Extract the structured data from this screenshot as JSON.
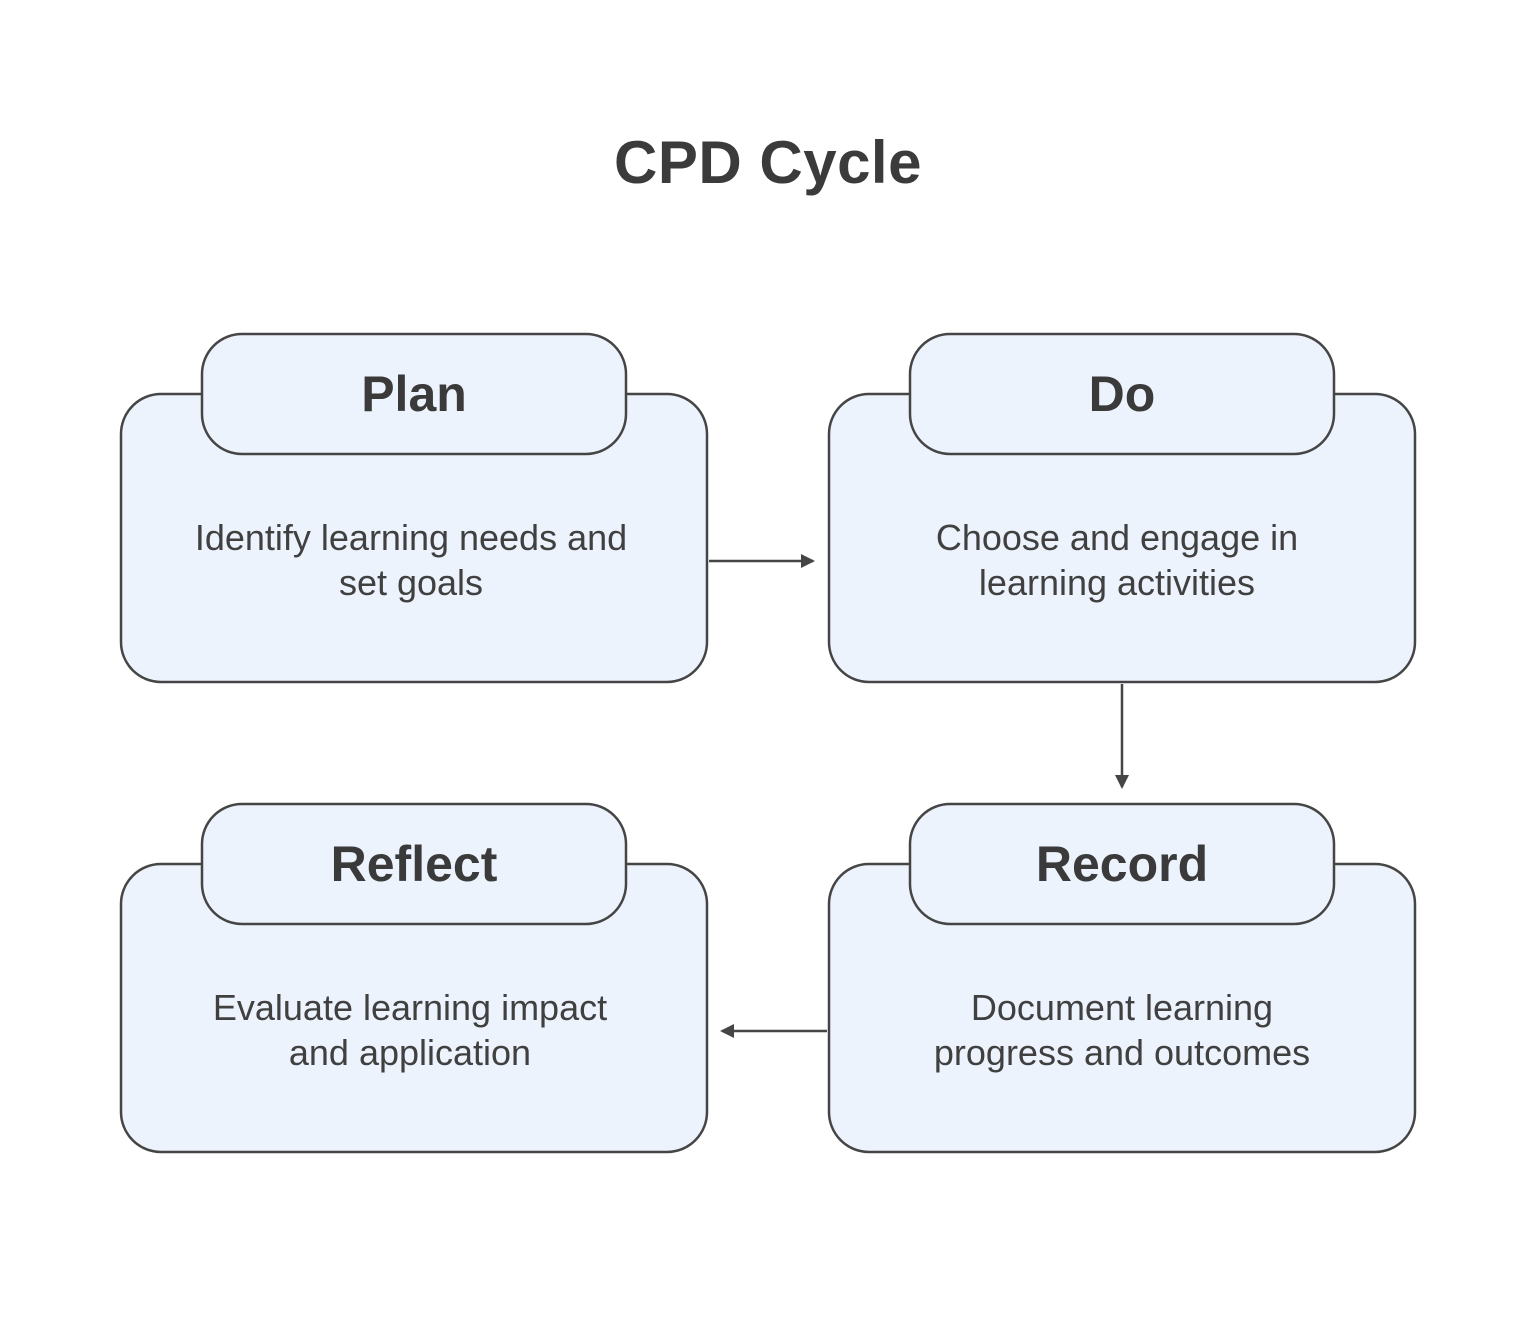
{
  "title": "CPD Cycle",
  "steps": [
    {
      "heading": "Plan",
      "description": [
        "Identify learning needs and",
        "set goals"
      ]
    },
    {
      "heading": "Do",
      "description": [
        "Choose and engage in",
        "learning activities"
      ]
    },
    {
      "heading": "Record",
      "description": [
        "Document learning",
        "progress and outcomes"
      ]
    },
    {
      "heading": "Reflect",
      "description": [
        "Evaluate learning impact",
        "and application"
      ]
    }
  ],
  "colors": {
    "box_fill": "#edf3fd",
    "stroke": "#454545",
    "text": "#3a3a3a"
  }
}
